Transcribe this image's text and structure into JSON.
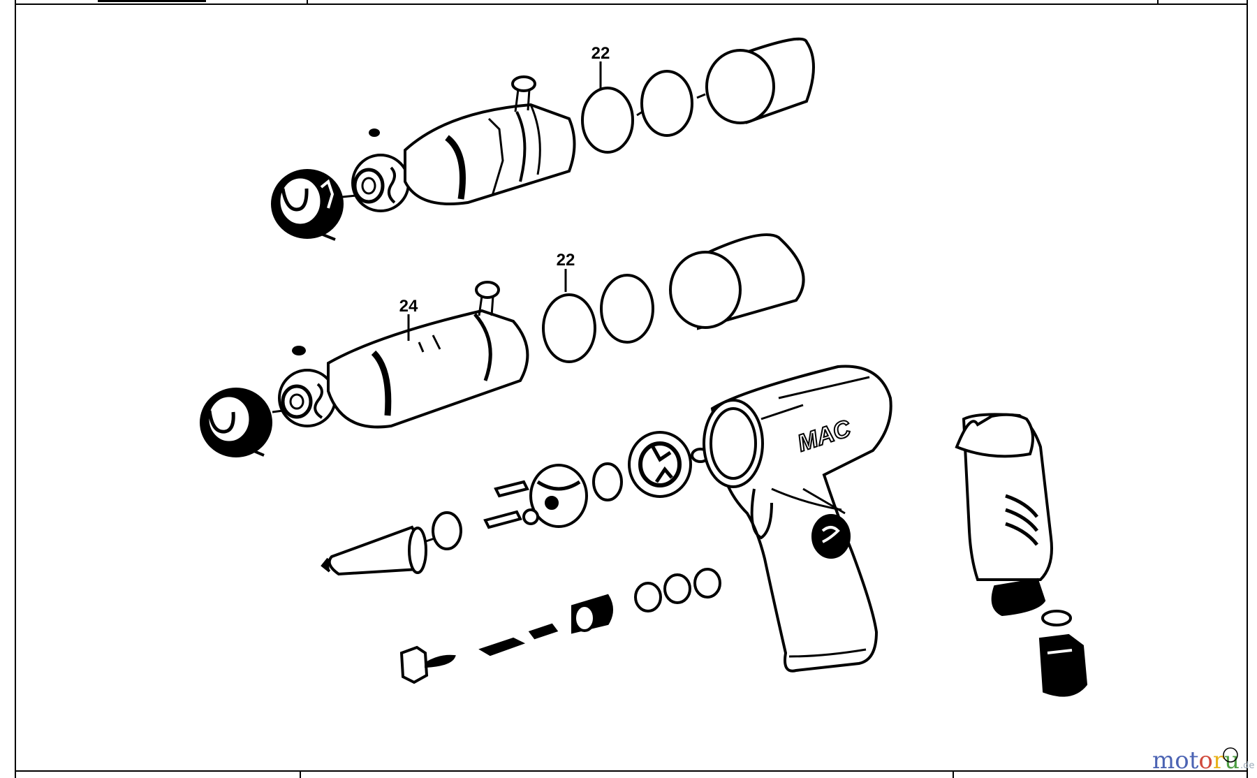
{
  "callouts": {
    "top_22": "22",
    "mid_22": "22",
    "mid_24": "24"
  },
  "brand_mark": "MAC",
  "watermark": {
    "letters": [
      "m",
      "o",
      "t",
      "o",
      "r",
      "u"
    ],
    "suffix": ".de",
    "colors": [
      "#4b63b3",
      "#4b63b3",
      "#4b63b3",
      "#d14a3c",
      "#e8b21c",
      "#4e9e43"
    ]
  },
  "colors": {
    "line": "#000000",
    "background": "#ffffff"
  }
}
